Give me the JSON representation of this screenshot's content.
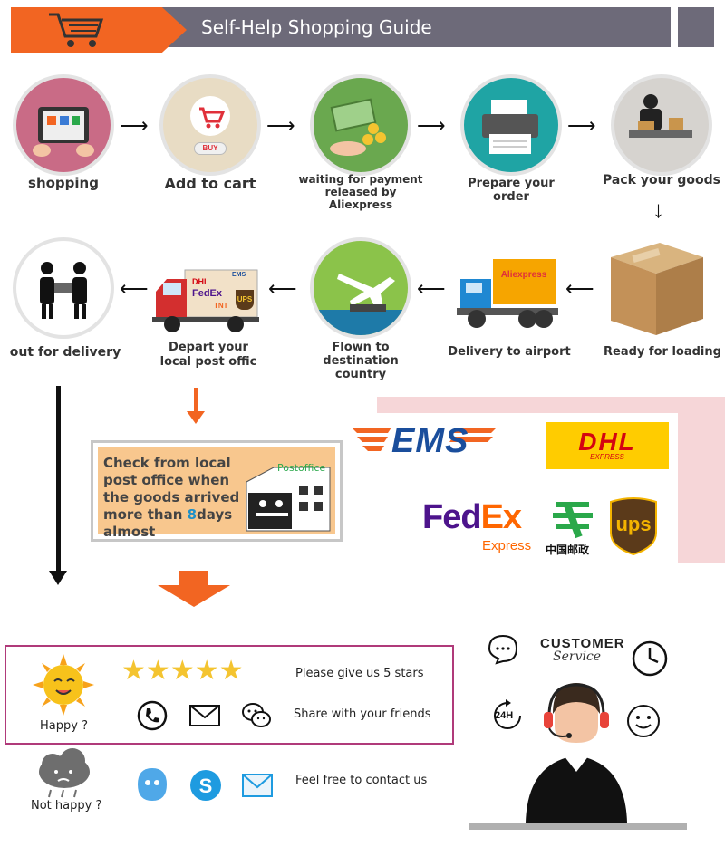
{
  "header": {
    "title": "Self-Help Shopping Guide"
  },
  "steps_row1": [
    {
      "label": "shopping"
    },
    {
      "label": "Add to cart",
      "badge": "BUY"
    },
    {
      "label": "waiting for payment released by Aliexpress"
    },
    {
      "label": "Prepare your order"
    },
    {
      "label": "Pack your goods"
    }
  ],
  "steps_row2": [
    {
      "label": "Ready for loading"
    },
    {
      "label": "Delivery to airport",
      "truck_text": "Aliexpress"
    },
    {
      "label": "Flown to destination country"
    },
    {
      "label": "Depart your local post offic",
      "logos": [
        "DHL",
        "FedEx",
        "TNT",
        "UPS",
        "EMS"
      ]
    },
    {
      "label": "out for delivery"
    }
  ],
  "check_box": {
    "line1": "Check from local",
    "line2": "post office when",
    "line3": "the goods arrived",
    "line4_pre": "more than ",
    "line4_hl": "8",
    "line4_post": "days",
    "line5": "almost",
    "postoffice": "Postoffice"
  },
  "carriers": {
    "ems": "EMS",
    "dhl": "DHL",
    "dhl_sub": "EXPRESS",
    "fedex_fed": "Fed",
    "fedex_ex": "Ex",
    "fedex_sub": "Express",
    "china_post": "中国邮政",
    "ups": "ups"
  },
  "feedback": {
    "happy": "Happy ?",
    "five_stars": "Please give us 5 stars",
    "share": "Share with your friends",
    "not_happy": "Not happy ?",
    "contact": "Feel free to contact us"
  },
  "service": {
    "title": "CUSTOMER",
    "subtitle": "Service",
    "hours": "24H"
  },
  "colors": {
    "orange": "#f26522",
    "band": "#6d6a79",
    "pink": "#f6d6d8"
  }
}
